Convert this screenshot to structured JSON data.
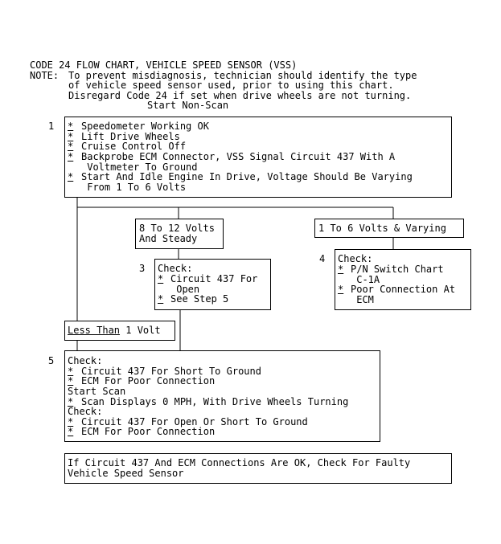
{
  "header": {
    "title": "CODE 24 FLOW CHART, VEHICLE SPEED SENSOR (VSS)",
    "note_label": "NOTE:",
    "note_lines": [
      "To prevent misdiagnosis, technician should identify the type",
      "of vehicle speed sensor used, prior to using this chart.",
      "Disregard Code 24 if set when drive wheels are not turning."
    ],
    "start_mode": "Start Non-Scan"
  },
  "bullet": "*",
  "steps": {
    "step1": {
      "number": "1",
      "items": [
        "Speedometer Working OK",
        "Lift Drive Wheels",
        "Cruise Control Off",
        "Backprobe ECM Connector, VSS Signal Circuit 437 With A\n Voltmeter To Ground",
        "Start And Idle Engine In Drive, Voltage Should Be Varying\n From 1 To 6 Volts"
      ]
    },
    "result_8_12": "8 To 12 Volts\nAnd Steady",
    "result_1_6": "1 To 6 Volts & Varying",
    "step3": {
      "number": "3",
      "heading": "Check:",
      "items": [
        "Circuit 437 For\n Open",
        "See Step 5"
      ]
    },
    "step4": {
      "number": "4",
      "heading": "Check:",
      "items": [
        "P/N Switch Chart\n C-1A",
        "Poor Connection At\n ECM"
      ]
    },
    "less_than": {
      "underlined": "Less Than",
      "rest": " 1 Volt"
    },
    "step5": {
      "number": "5",
      "heading1": "Check:",
      "group1": [
        "Circuit 437 For Short To Ground",
        "ECM For Poor Connection"
      ],
      "scan_mode": "Start Scan",
      "scan_condition": "Scan Displays 0 MPH, With Drive Wheels Turning",
      "heading2": "Check:",
      "group2": [
        "Circuit 437 For Open Or Short To Ground",
        "ECM For Poor Connection"
      ]
    },
    "final": "If Circuit 437 And ECM Connections Are OK, Check For Faulty\nVehicle Speed Sensor"
  }
}
